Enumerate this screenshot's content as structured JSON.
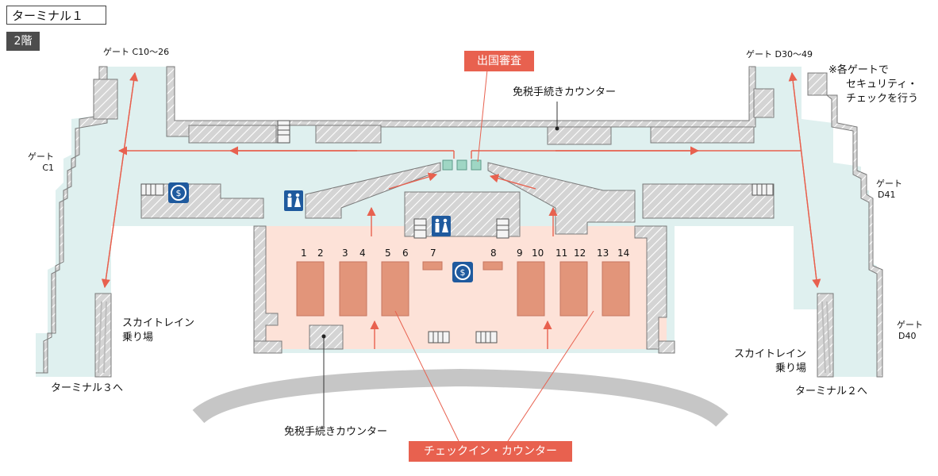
{
  "header": {
    "terminal": "ターミナル１",
    "floor": "2階"
  },
  "gates": {
    "c10_26": "ゲート C10〜26",
    "d30_49": "ゲート D30〜49",
    "c1_line1": "ゲート",
    "c1_line2": "C1",
    "d41_line1": "ゲート",
    "d41_line2": "D41",
    "d40_line1": "ゲート",
    "d40_line2": "D40"
  },
  "notes": {
    "security_line1": "※各ゲートで",
    "security_line2": "セキュリティ・",
    "security_line3": "チェックを行う"
  },
  "facilities": {
    "immigration": "出国審査",
    "duty_free_upper": "免税手続きカウンター",
    "duty_free_lower": "免税手続きカウンター",
    "checkin": "チェックイン・カウンター",
    "skytrain_left_line1": "スカイトレイン",
    "skytrain_left_line2": "乗り場",
    "skytrain_right_line1": "スカイトレイン",
    "skytrain_right_line2": "乗り場",
    "to_terminal3": "ターミナル３へ",
    "to_terminal2": "ターミナル２へ"
  },
  "counters": [
    "1",
    "2",
    "3",
    "4",
    "5",
    "6",
    "7",
    "8",
    "9",
    "10",
    "11",
    "12",
    "13",
    "14"
  ],
  "colors": {
    "concourse": "#dff0ef",
    "checkin_hall": "#fde2d8",
    "counter": "#e2957a",
    "structure": "#d2d2d2",
    "accent_red": "#e8614f",
    "gate_booth": "#9fd6c4",
    "icon_blue": "#1f5a9e",
    "road": "#c6c6c6"
  },
  "icons": [
    "restroom-icon",
    "currency-exchange-icon",
    "escalator-icon"
  ]
}
